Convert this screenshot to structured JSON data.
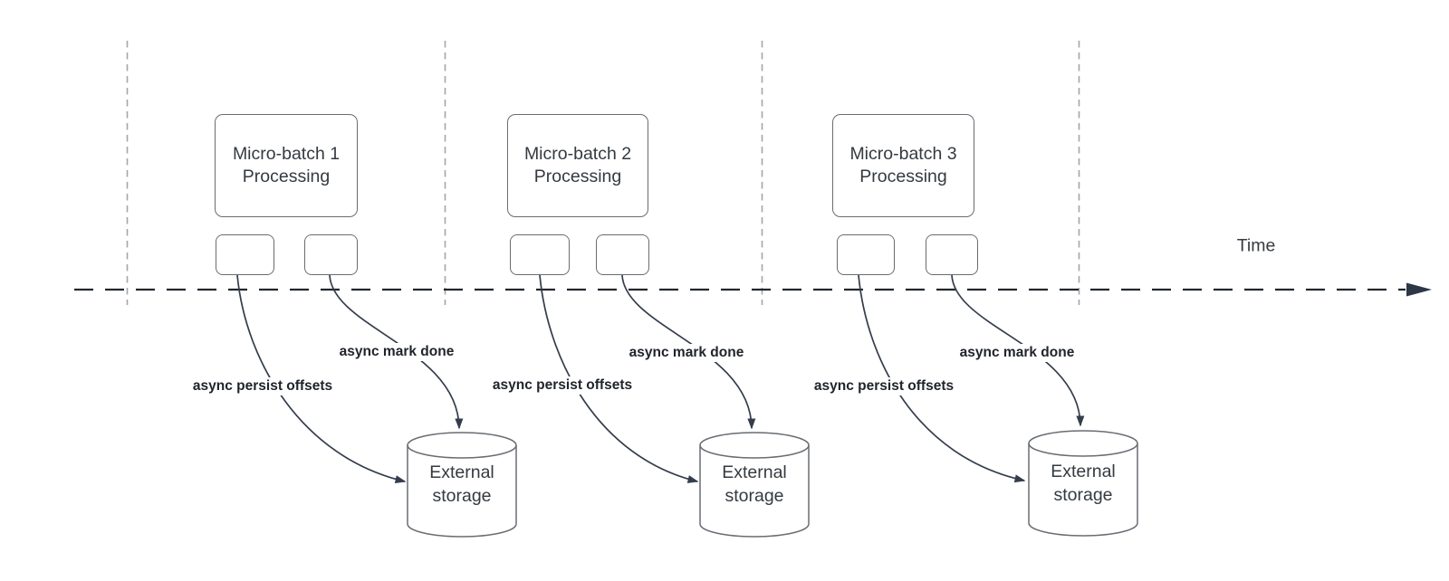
{
  "diagram": {
    "time_axis_label": "Time",
    "groups": [
      {
        "process_label": "Micro-batch 1\nProcessing",
        "persist_label": "async persist offsets",
        "mark_done_label": "async mark done",
        "storage_label": "External\nstorage"
      },
      {
        "process_label": "Micro-batch 2\nProcessing",
        "persist_label": "async persist offsets",
        "mark_done_label": "async mark done",
        "storage_label": "External\nstorage"
      },
      {
        "process_label": "Micro-batch 3\nProcessing",
        "persist_label": "async persist offsets",
        "mark_done_label": "async mark done",
        "storage_label": "External\nstorage"
      }
    ],
    "colors": {
      "background": "#ffffff",
      "shape_border": "#686d73",
      "shape_text": "#343a40",
      "edge_label_text": "#20242c",
      "curve_stroke": "#343d4c",
      "timeline_stroke": "#23272e",
      "guide_line_stroke": "#a2a6aa"
    }
  }
}
